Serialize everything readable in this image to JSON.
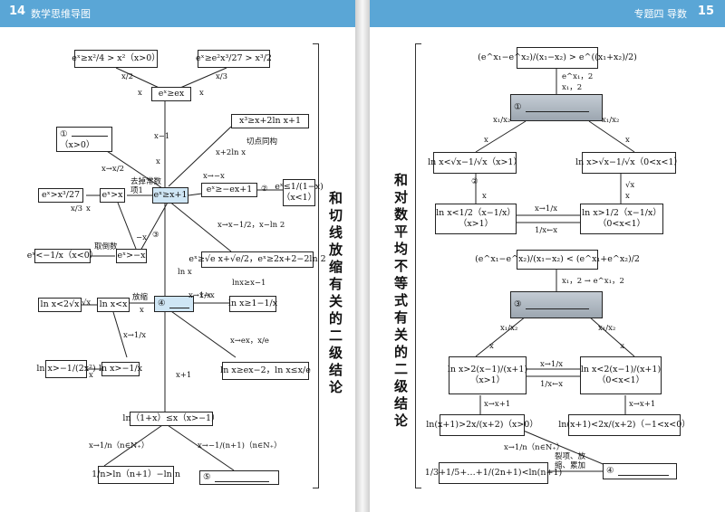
{
  "header": {
    "left_page_number": "14",
    "left_band_text": "数学思维导图",
    "right_page_number": "15",
    "right_band_text": "专题四  导数"
  },
  "left_title": [
    "和",
    "切",
    "线",
    "放",
    "缩",
    "有",
    "关",
    "的",
    "二",
    "级",
    "结",
    "论"
  ],
  "right_title": [
    "和",
    "对",
    "数",
    "平",
    "均",
    "不",
    "等",
    "式",
    "有",
    "关",
    "的",
    "二",
    "级",
    "结",
    "论"
  ],
  "left": {
    "boxes": {
      "b1": "eˣ≥x²/4 > x²（x>0）",
      "b2": "eˣ≥e²x³/27 > x³/2",
      "b3": "eˣ≥ex",
      "b4": "x³≥x+2ln x+1",
      "c1": "①",
      "c1_sub": "（x>0）",
      "b6": "eˣ>x",
      "b7": "eˣ≥x+1",
      "b8": "eˣ≥−ex+1",
      "b8_num": "②",
      "b9": "eˣ≤1/(1−x)",
      "b9_sub": "（x<1）",
      "b10": "eˣ>x³/27",
      "b11": "eˣ<−1/x（x<0）",
      "b12": "eˣ>−x",
      "c3": "③",
      "b14": "eˣ≥√e x+√e/2，eˣ≥2x+2−2ln 2",
      "b15": "ln x<2√x",
      "b16": "ln x<x",
      "c4": "④",
      "b18": "ln x≥1−1/x",
      "b19": "ln x>−1/(2x²)",
      "b20": "ln x>−1/x",
      "b21": "ln x≥ex−2，ln x≤x/e",
      "b22": "ln（1+x）≤x（x>−1）",
      "b23": "1/n>ln（n+1）−ln n",
      "c5": "⑤"
    },
    "labels": {
      "t1": "x/2",
      "t2": "x",
      "t3": "x/3",
      "t4": "x",
      "t5": "x−1",
      "t6": "x",
      "t7": "x+2ln x",
      "t8": "切点同构",
      "t9": "x→x/2",
      "t10": "去掉常数项1",
      "t11": "x→−x",
      "t12": "x",
      "t13": "x/3",
      "t14": "x→x−1/2，x−ln 2",
      "t15": "取倒数",
      "t16": "−x",
      "t17": "ln x",
      "t18": "x→x",
      "t19": "√x",
      "t20": "x",
      "t21": "放缩",
      "t22": "x→1/x",
      "t23": "lnx≥x−1",
      "t24": "x→1/x",
      "t25": "x",
      "t26": "x→ex，x/e",
      "t27": "x+1",
      "t28": "x→1/n（n∈N₊）",
      "t29": "x→−1/(n+1)（n∈N₊）"
    }
  },
  "right": {
    "boxes": {
      "r1": "(e^x₁−e^x₂)/(x₁−x₂) > e^((x₁+x₂)/2)",
      "r2": "①",
      "r3": "ln x<√x−1/√x（x>1）",
      "r4": "ln x>√x−1/√x（0<x<1）",
      "r5": "ln x<1/2（x−1/x）",
      "r5_sub": "（x>1）",
      "r6": "ln x>1/2（x−1/x）",
      "r6_sub": "（0<x<1）",
      "r7": "(e^x₁−e^x₂)/(x₁−x₂) < (e^x₁+e^x₂)/2",
      "r8": "③",
      "r9": "ln x>2(x−1)/(x+1)",
      "r9_sub": "（x>1）",
      "r10": "ln x<2(x−1)/(x+1)",
      "r10_sub": "（0<x<1）",
      "r11": "ln(x+1)>2x/(x+2)（x>0）",
      "r12": "ln(x+1)<2x/(x+2)（−1<x<0）",
      "r13": "1/3+1/5+…+1/(2n+1)<ln(n+1)",
      "r14": "④"
    },
    "labels": {
      "s1": "e^x₁，2",
      "s2": "x₁，2",
      "s3": "x₁/x₂",
      "s4": "x",
      "s5": "x₁/x₂",
      "s6": "x",
      "s7": "②",
      "s8": "x",
      "s9": "√x",
      "s10": "x",
      "s11": "x→1/x",
      "s12": "1/x←x",
      "s13": "x₁，2 → e^x₁，2",
      "s14": "x₁/x₂",
      "s15": "x",
      "s16": "x₁/x₂",
      "s17": "x",
      "s18": "x→1/x",
      "s19": "1/x←x",
      "s20": "x→x+1",
      "s21": "x→x+1",
      "s22": "x→1/n（n∈N₊）",
      "s23": "裂项、放缩、累加"
    }
  }
}
